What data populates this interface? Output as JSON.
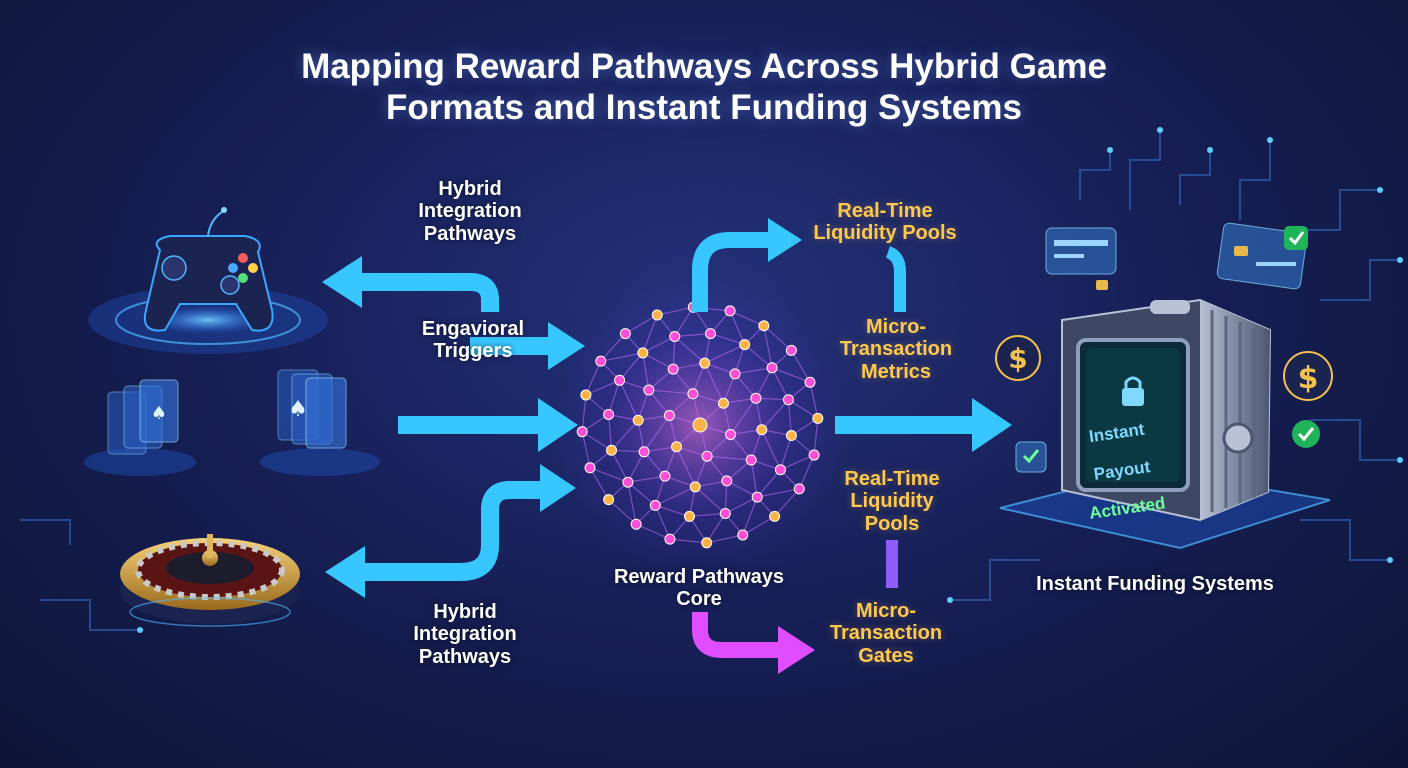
{
  "title": "Mapping Reward Pathways Across Hybrid Game\nFormats and Instant Funding Systems",
  "labels": {
    "hybrid_top": "Hybrid\nIntegration\nPathways",
    "behavioral": "Engavioral\nTriggers",
    "hybrid_bottom": "Hybrid\nIntegration\nPathways",
    "core": "Reward Pathways\nCore",
    "liquidity_top": "Real-Time\nLiquidity Pools",
    "micro_metrics": "Micro-\nTransaction\nMetrics",
    "liquidity_mid": "Real-Time\nLiquidity\nPools",
    "micro_gates": "Micro-\nTransaction\nGates",
    "instant_funding": "Instant Funding Systems"
  },
  "vault_screen": {
    "line1": "Instant",
    "line2": "Payout",
    "line3": "Activated"
  },
  "icons": {
    "dollar_symbol": "$"
  },
  "colors": {
    "arrow_cyan": "#38c6ff",
    "arrow_magenta": "#e04dff",
    "label_gold": "#ffc94d",
    "node_pink": "#ff4fd8",
    "node_orange": "#ffb347",
    "background": "#172058"
  }
}
